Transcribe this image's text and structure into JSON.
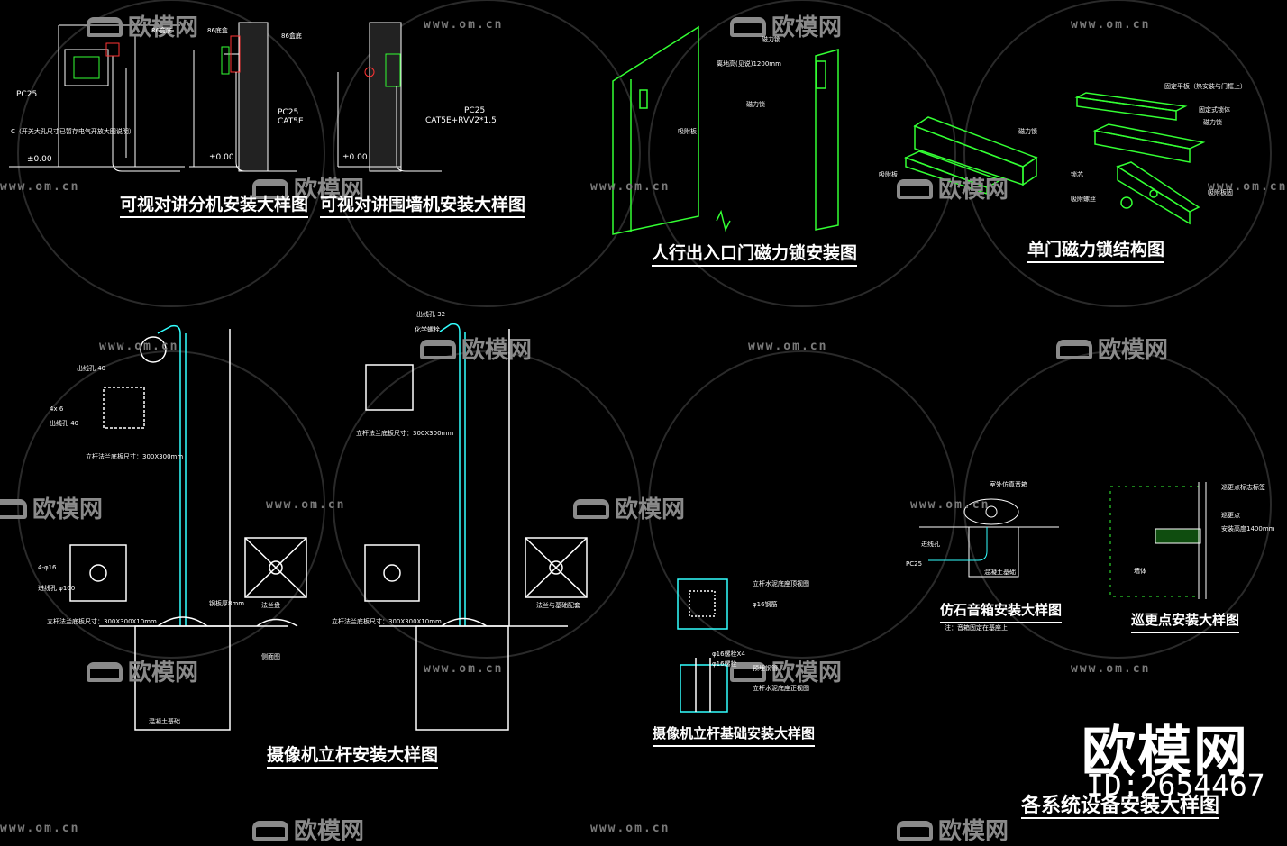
{
  "drawing": {
    "main_title": "各系统设备安装大样图",
    "details": [
      {
        "id": "intercom_ext",
        "title": "可视对讲分机安装大样图",
        "labels": [
          "86盒底",
          "PC25",
          "±0.00",
          "C（开关大孔尺寸已暂存电气开放大图说明）"
        ]
      },
      {
        "id": "intercom_wall",
        "title": "可视对讲围墙机安装大样图",
        "labels": [
          "86底盒",
          "86盒底",
          "PC25",
          "CAT5E",
          "±0.00",
          "PC25",
          "CAT5E+RVV2*1.5",
          "±0.00"
        ]
      },
      {
        "id": "maglock_door",
        "title": "人行出入口门磁力锁安装图",
        "labels": [
          "磁力锁",
          "离地高(见说)1200mm",
          "磁力锁",
          "吸附板"
        ]
      },
      {
        "id": "maglock_struct",
        "title": "单门磁力锁结构图",
        "labels": [
          "固定平板（热安装与门框上）",
          "固定式锁体",
          "磁力锁",
          "磁力锁",
          "吸附板",
          "锁芯",
          "吸附板固",
          "吸附螺丝"
        ]
      },
      {
        "id": "camera_pole",
        "title": "摄像机立杆安装大样图",
        "labels": [
          "出线孔 40",
          "4x 6",
          "出线孔 40",
          "立杆法兰底板尺寸：300X300mm",
          "4-φ16",
          "进线孔 φ100",
          "立杆法兰底板尺寸：300X300X10mm",
          "钢板厚8mm",
          "法兰盘",
          "侧面图",
          "混凝土基础",
          "出线孔 32",
          "化学螺栓",
          "立杆法兰底板尺寸：300X300mm",
          "立杆法兰底板尺寸：300X300X10mm",
          "法兰与基础配套"
        ]
      },
      {
        "id": "pole_foundation",
        "title": "摄像机立杆基础安装大样图",
        "labels": [
          "立杆水泥底座顶视图",
          "φ16钢筋",
          "φ16螺栓X4",
          "φ16螺栓",
          "预埋钢管",
          "立杆水泥底座正视图"
        ]
      },
      {
        "id": "rock_speaker",
        "title": "仿石音箱安装大样图",
        "labels": [
          "室外仿真音箱",
          "进线孔",
          "PC25",
          "混凝土基础",
          "注：音箱固定在基座上"
        ]
      },
      {
        "id": "patrol_point",
        "title": "巡更点安装大样图",
        "labels": [
          "巡更点标志标签",
          "巡更点",
          "安装高度1400mm",
          "墙体"
        ]
      }
    ],
    "watermark": {
      "url_text": "www.om.cn",
      "cn_text": "欧模网",
      "brand": "欧模网",
      "id_text": "ID:2654467"
    },
    "colors": {
      "background": "#000000",
      "green_line": "#33ff33",
      "cyan_line": "#33ffff",
      "white_text": "#ffffff",
      "red_mark": "#ff3333",
      "watermark": "#7a7a7a"
    }
  }
}
